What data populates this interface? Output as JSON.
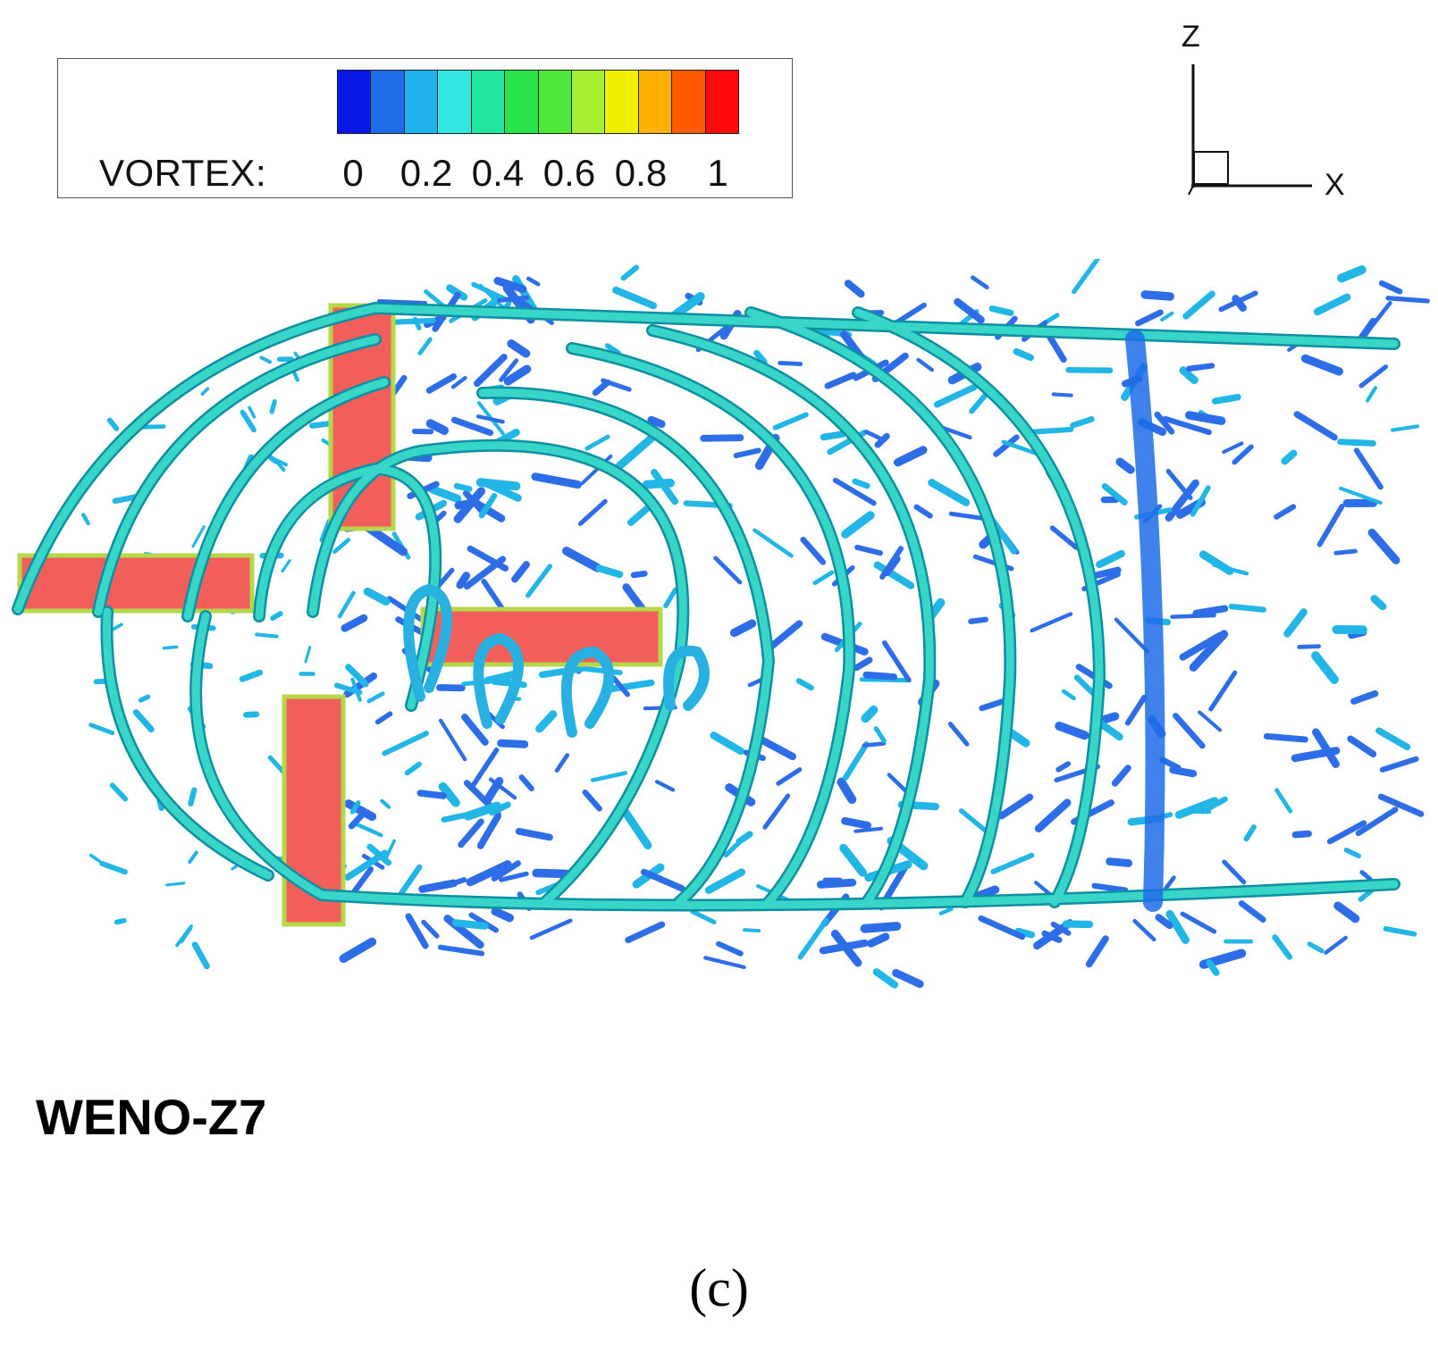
{
  "legend": {
    "variable_label": "VORTEX:",
    "ticks": [
      "0",
      "0.2",
      "0.4",
      "0.6",
      "0.8",
      "1"
    ],
    "colors": [
      "#0a18e6",
      "#1f6ce8",
      "#20b2ee",
      "#30e8e0",
      "#22e6a0",
      "#28e24a",
      "#4ee83a",
      "#a8ee30",
      "#eef000",
      "#ffb000",
      "#ff5a00",
      "#ff0a0a"
    ]
  },
  "axes": {
    "vertical": "Z",
    "horizontal": "X"
  },
  "scene": {
    "palette": {
      "tube": "#38d6c8",
      "tube_dark": "#0f8fa2",
      "blade_red": "#f25e5a",
      "blade_edge": "#b5d84a",
      "debris_blue": "#2d6ee8",
      "debris_cyan": "#22b6e6"
    }
  },
  "caption": "WENO-Z7",
  "figure_label": "(c)"
}
